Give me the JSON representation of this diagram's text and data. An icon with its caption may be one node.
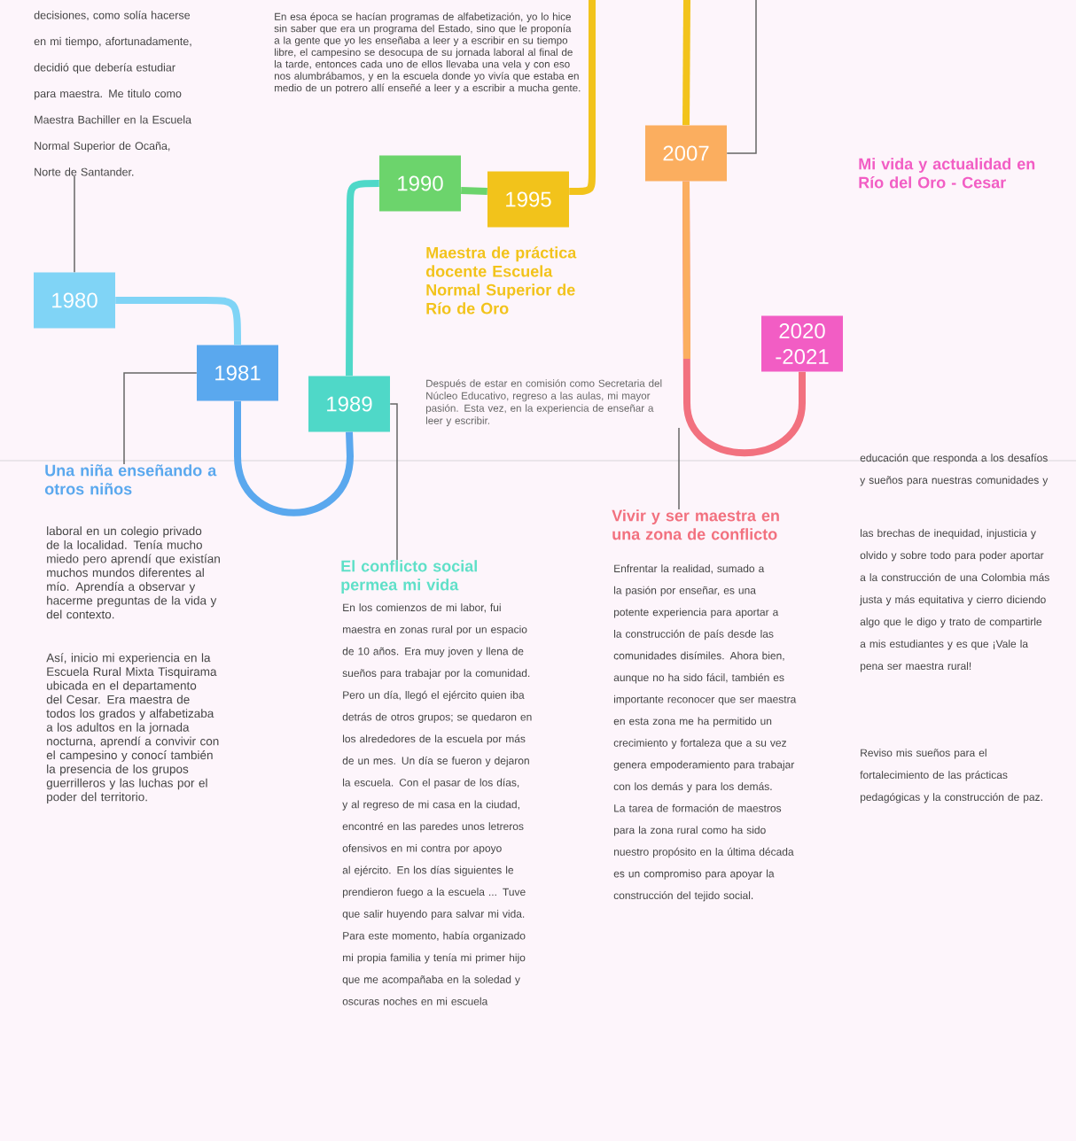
{
  "diagram": {
    "nodes": [
      {
        "text": [
          "decisiones, como solía hacerse en mi tiempo, afortunadamente, decidió que debería estudiar para maestra. Me titulo como Maestra Bachiller en la Escuela Normal Superior de Ocaña, Norte de Santander."
        ]
      },
      {
        "text": [
          "1990"
        ]
      },
      {
        "text": [
          "1995"
        ]
      },
      {
        "text": [
          "2007"
        ]
      },
      {
        "text": [
          "1980"
        ]
      },
      {
        "text": [
          "2020 -2021"
        ]
      },
      {
        "text": [
          "1981"
        ]
      },
      {
        "text": [
          "1989"
        ]
      },
      {
        "text": [
          "Una niña enseñando a otros niños"
        ]
      },
      {
        "text": [
          "Vivir y ser maestra en una zona de conflicto"
        ]
      },
      {
        "text": [
          "El conflicto social permea mi vida"
        ]
      }
    ],
    "edges": [
      {
        "from": 4,
        "to": 6,
        "arrow": "none",
        "color": "#80d4f6"
      },
      {
        "from": 6,
        "to": 7,
        "arrow": "none",
        "color": "#5aa8ee"
      },
      {
        "from": 7,
        "to": 1,
        "arrow": "none",
        "color": "#4fd8c8"
      },
      {
        "from": 1,
        "to": 2,
        "arrow": "none",
        "color": "#6cd46c"
      },
      {
        "from": 2,
        "to": null,
        "arrow": "none",
        "color": "#f2c31b"
      },
      {
        "from": null,
        "to": 3,
        "arrow": "none",
        "color": "#f2c31b"
      },
      {
        "from": 3,
        "to": 5,
        "arrow": "none",
        "color": "#f2717f"
      },
      {
        "from": 4,
        "to": 0,
        "arrow": "none",
        "color": "#666666"
      },
      {
        "from": 6,
        "to": 8,
        "arrow": "none",
        "color": "#666666"
      },
      {
        "from": 7,
        "to": 10,
        "arrow": "none",
        "color": "#666666"
      },
      {
        "from": 3,
        "to": null,
        "arrow": "none",
        "color": "#666666"
      },
      {
        "from": null,
        "to": 9,
        "arrow": "none",
        "color": "#666666"
      }
    ],
    "labels": [
      "En esa época se hacían programas de alfabetización, yo lo hice sin saber que era un programa del Estado, sino que le proponía a la gente que yo les enseñaba a leer y a escribir en su tiempo libre, el campesino se desocupa de su jornada laboral al final de la tarde, entonces cada uno de ellos llevaba una vela y con eso nos alumbrábamos, y en la escuela donde yo vivía que estaba en medio de un potrero allí enseñé a leer y a escribir a mucha gente.",
      "Mi vida y actualidad en Río del Oro - Cesar",
      "Maestra de práctica docente Escuela Normal Superior de Río de Oro",
      "Después de estar en comisión como Secretaria del Núcleo Educativo, regreso a las aulas, mi mayor pasión. Esta vez, en la experiencia de enseñar a leer y escribir.",
      "educación que responda a los desafíos y sueños para nuestras comunidades y",
      "laboral en un colegio privado de la localidad. Tenía mucho miedo pero aprendí que existían muchos mundos diferentes al mío. Aprendía a observar y hacerme preguntas de la vida y del contexto.",
      "las brechas de inequidad, injusticia y olvido y sobre todo para poder aportar a la construcción de una Colombia más justa y más equitativa y cierro diciendo algo que le digo y trato de compartirle a mis estudiantes y es que ¡Vale la pena ser maestra rural!",
      "Enfrentar la realidad, sumado a la pasión por enseñar, es una potente experiencia para aportar a la construcción de país desde las comunidades disímiles. Ahora bien, aunque no ha sido fácil, también es importante reconocer que ser maestra en esta zona me ha permitido un crecimiento y fortaleza que a su vez genera empoderamiento para trabajar con los demás y para los demás. La tarea de formación de maestros para la zona rural como ha sido nuestro propósito en la última década es un compromiso para apoyar la construcción del tejido social.",
      "En los comienzos de mi labor, fui maestra en zonas rural por un espacio de 10 años. Era muy joven y llena de sueños para trabajar por la comunidad. Pero un día, llegó el ejército quien iba detrás de otros grupos; se quedaron en los alrededores de la escuela por más de un mes. Un día se fueron y dejaron la escuela. Con el pasar de los días, y al regreso de mi casa en la ciudad, encontré en las paredes unos letreros ofensivos en mi contra por apoyo al ejército. En los días siguientes le prendieron fuego a la escuela ... Tuve que salir huyendo para salvar mi vida. Para este momento, había organizado mi propia familia y tenía mi primer hijo que me acompañaba en la soledad y oscuras noches en mi escuela",
      "Así, inicio mi experiencia en la Escuela Rural Mixta Tisquirama ubicada en el departamento del Cesar. Era maestra de todos los grados y alfabetizaba a los adultos en la jornada nocturna, aprendí a convivir con el campesino y conocí también la presencia de los grupos guerrilleros y las luchas por el poder del territorio.",
      "Reviso mis sueños para el fortalecimiento de las prácticas pedagógicas y la construcción de paz."
    ]
  }
}
